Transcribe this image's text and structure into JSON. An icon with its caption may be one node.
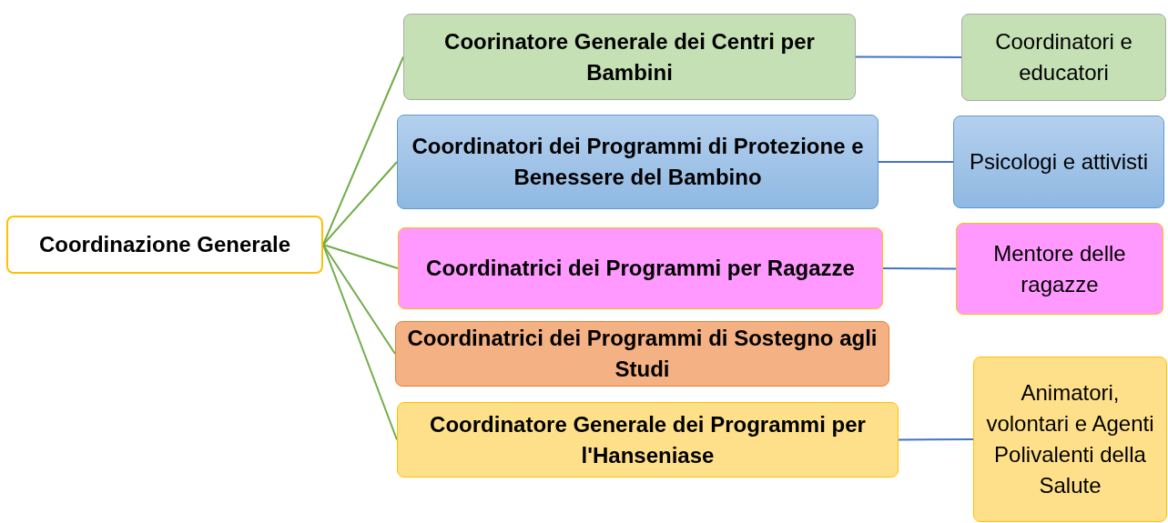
{
  "diagram": {
    "nodes": [
      {
        "text": [
          "Coordinazione Generale"
        ]
      },
      {
        "text": [
          "Coorinatore Generale dei Centri per Bambini"
        ]
      },
      {
        "text": [
          "Coordinatori e educatori"
        ]
      },
      {
        "text": [
          "Coordinatori dei Programmi di Protezione e Benessere del Bambino"
        ]
      },
      {
        "text": [
          "Psicologi e attivisti"
        ]
      },
      {
        "text": [
          "Coordinatrici dei Programmi per Ragazze"
        ]
      },
      {
        "text": [
          "Mentore delle ragazze"
        ]
      },
      {
        "text": [
          "Coordinatrici dei Programmi di Sostegno agli Studi"
        ]
      },
      {
        "text": [
          "Coordinatore Generale dei Programmi per l'Hanseniase"
        ]
      },
      {
        "text": [
          "Animatori, volontari e Agenti Polivalenti della Salute"
        ]
      }
    ],
    "edges": [
      {
        "from": 0,
        "to": 1,
        "arrow": "none"
      },
      {
        "from": 0,
        "to": 3,
        "arrow": "none"
      },
      {
        "from": 0,
        "to": 5,
        "arrow": "none"
      },
      {
        "from": 0,
        "to": 7,
        "arrow": "none"
      },
      {
        "from": 0,
        "to": 8,
        "arrow": "none"
      },
      {
        "from": 1,
        "to": 2,
        "arrow": "none",
        "color": "#4472c4"
      },
      {
        "from": 3,
        "to": 4,
        "arrow": "none",
        "color": "#4472c4"
      },
      {
        "from": 5,
        "to": 6,
        "arrow": "none",
        "color": "#4472c4"
      },
      {
        "from": 8,
        "to": 9,
        "arrow": "none",
        "color": "#4472c4"
      }
    ]
  }
}
